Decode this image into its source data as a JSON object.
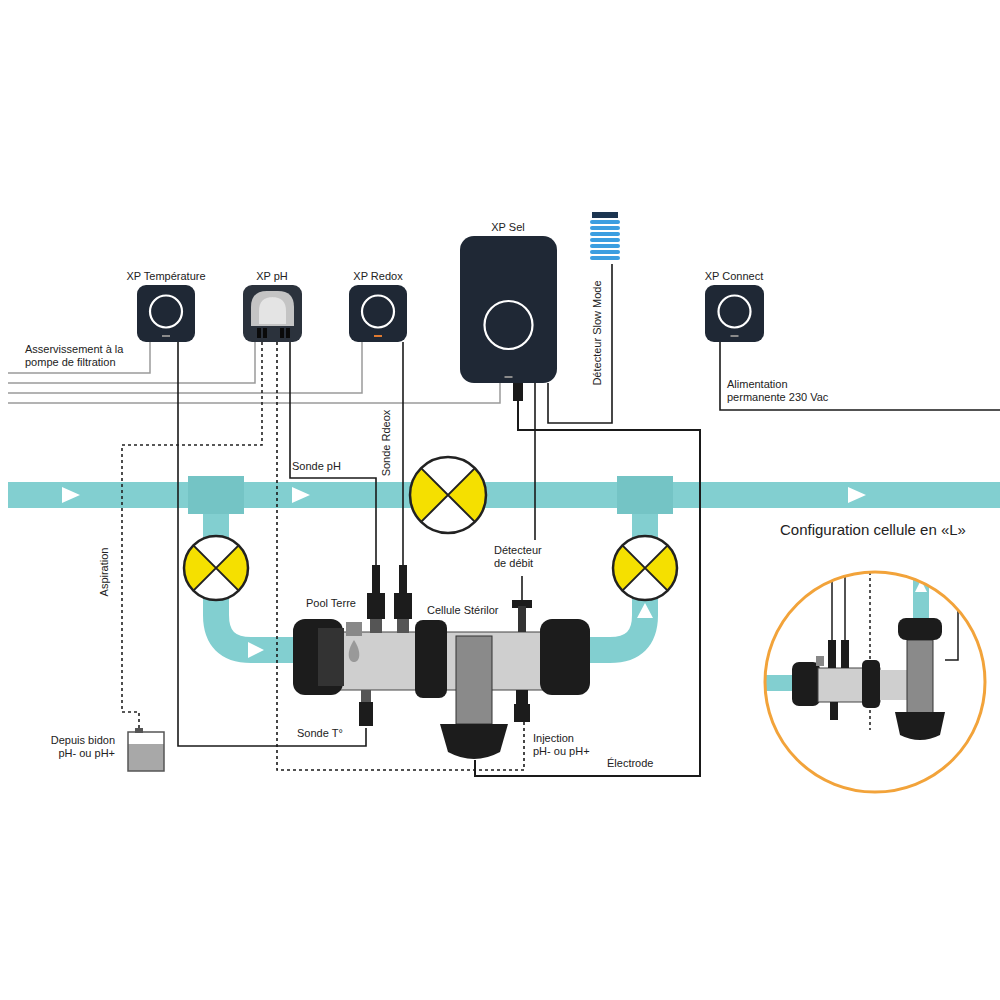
{
  "diagram": {
    "nodes": [
      {
        "text": [
          "XP Température"
        ]
      },
      {
        "text": [
          "XP pH"
        ]
      },
      {
        "text": [
          "XP Redox"
        ]
      },
      {
        "text": [
          "XP Sel"
        ]
      },
      {
        "text": [
          "XP Connect"
        ]
      },
      {
        "text": [
          "Depuis bidon pH- ou pH+"
        ]
      }
    ],
    "edges": [
      {
        "from": 1,
        "to": 5,
        "label": "Aspiration",
        "arrow": "none"
      }
    ],
    "labels": [
      "Asservissement à la pompe de filtration",
      "Détecteur Slow Mode",
      "Alimentation permanente 230 Vac",
      "Sonde pH",
      "Sonde Rdeox",
      "Pool Terre",
      "Cellule Stérilor",
      "Détecteur de débit",
      "Sonde T°",
      "Injection pH- ou pH+",
      "Électrode",
      "Configuration cellule en «L»"
    ]
  }
}
